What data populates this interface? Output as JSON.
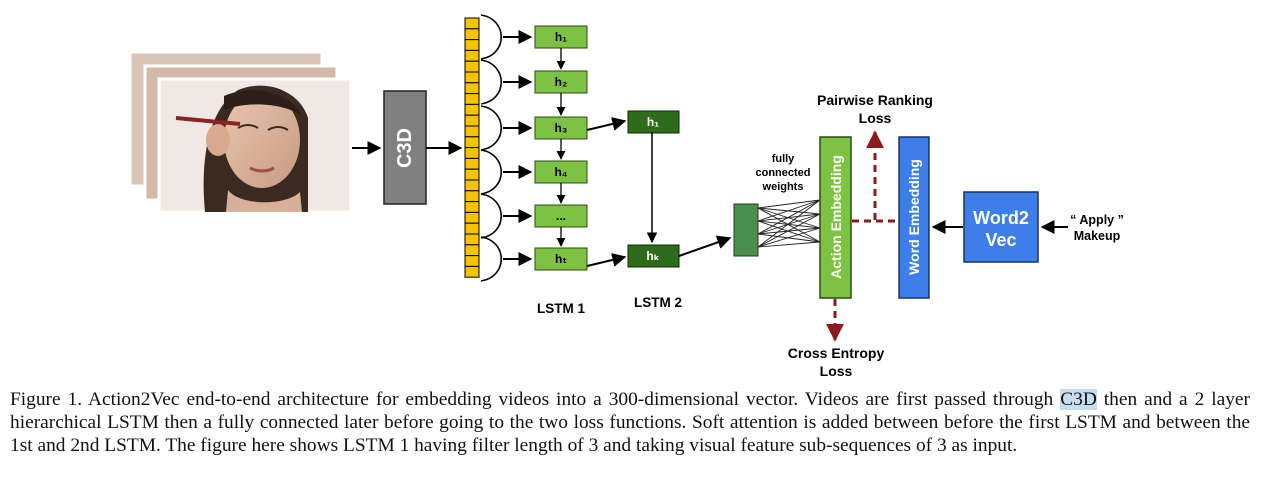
{
  "diagram": {
    "c3d_label": "C3D",
    "lstm1_cells": [
      "h₁",
      "h₂",
      "h₃",
      "h₄",
      "...",
      "hₜ"
    ],
    "lstm2_cells": [
      "h₁",
      "hₖ"
    ],
    "lstm1_label": "LSTM 1",
    "lstm2_label": "LSTM 2",
    "fc_label": [
      "fully",
      "connected",
      "weights"
    ],
    "action_embedding_label": "Action Embedding",
    "word_embedding_label": "Word Embedding",
    "word2vec_label": [
      "Word2",
      "Vec"
    ],
    "input_text": [
      "“ Apply ”",
      "Makeup"
    ],
    "pairwise_loss_label": [
      "Pairwise Ranking",
      "Loss"
    ],
    "cross_entropy_label": [
      "Cross Entropy",
      "Loss"
    ],
    "colors": {
      "c3d": "#808080",
      "lstm1_cell": "#7dc242",
      "lstm2_cell": "#2e6b1a",
      "fc_block": "#4a8f4e",
      "action_embedding": "#7dc242",
      "word_embedding": "#3d7ee8",
      "word2vec": "#3d7ee8",
      "feature_cell": "#f5c400",
      "loss_arrow": "#8b1a1a"
    }
  },
  "caption": {
    "prefix": "Figure 1. Action2Vec end-to-end architecture for embedding videos into a 300-dimensional vector. Videos are first passed through ",
    "highlight": "C3D",
    "suffix": " then and a 2 layer hierarchical LSTM then a fully connected later before going to the two loss functions. Soft attention is added between before the first LSTM and between the 1st and 2nd LSTM. The figure here shows LSTM 1 having filter length of 3 and taking visual feature sub-sequences of 3 as input."
  }
}
